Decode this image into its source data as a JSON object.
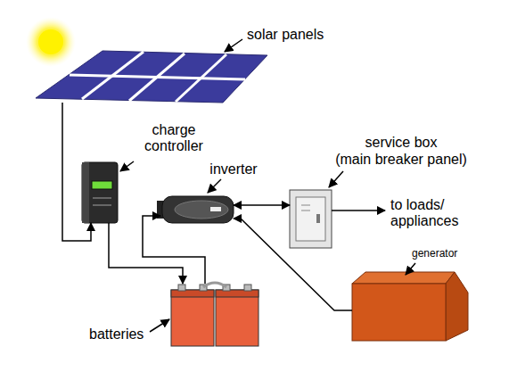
{
  "diagram": {
    "nodes": [
      {
        "text": [
          "solar panels"
        ]
      },
      {
        "text": [
          "charge controller"
        ]
      },
      {
        "text": [
          "inverter"
        ]
      },
      {
        "text": [
          "service box",
          "(main breaker panel)"
        ]
      },
      {
        "text": [
          "batteries"
        ]
      },
      {
        "text": [
          "generator"
        ]
      }
    ],
    "edges": [
      {
        "from": 0,
        "to": 1,
        "arrow": "to"
      },
      {
        "from": 1,
        "to": 4,
        "arrow": "to"
      },
      {
        "from": 4,
        "to": 2,
        "arrow": "to"
      },
      {
        "from": 2,
        "to": 3,
        "arrow": "both"
      },
      {
        "from": 5,
        "to": 2,
        "arrow": "to"
      }
    ],
    "labels": [
      "to loads/ appliances"
    ]
  }
}
